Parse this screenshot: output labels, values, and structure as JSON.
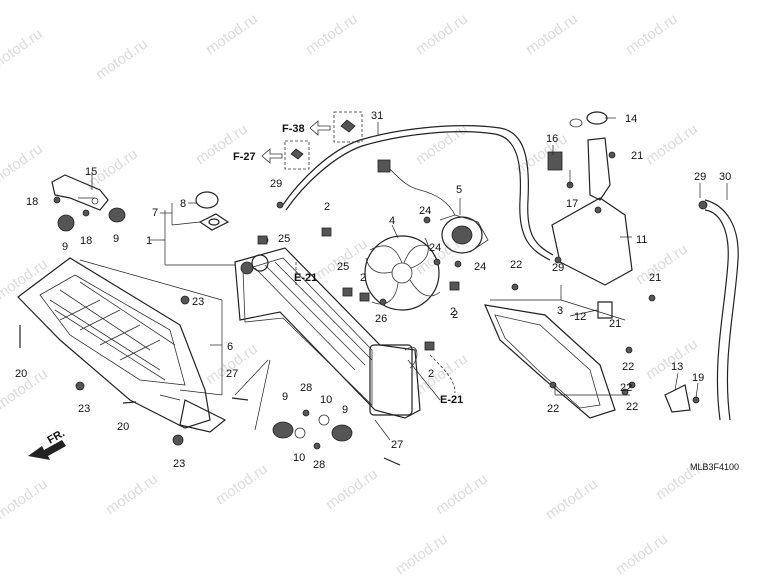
{
  "diagram_code": "MLB3F4100",
  "front_label": "FR.",
  "watermark": "motod.ru",
  "section_refs": [
    {
      "id": "f38",
      "text": "F-38"
    },
    {
      "id": "f27",
      "text": "F-27"
    },
    {
      "id": "e21a",
      "text": "E-21"
    },
    {
      "id": "e21b",
      "text": "E-21"
    }
  ],
  "part_numbers": [
    {
      "id": "p31",
      "text": "31"
    },
    {
      "id": "p14",
      "text": "14"
    },
    {
      "id": "p16",
      "text": "16"
    },
    {
      "id": "p21a",
      "text": "21"
    },
    {
      "id": "p15",
      "text": "15"
    },
    {
      "id": "p18a",
      "text": "18"
    },
    {
      "id": "p18b",
      "text": "18"
    },
    {
      "id": "p9a",
      "text": "9"
    },
    {
      "id": "p9b",
      "text": "9"
    },
    {
      "id": "p7",
      "text": "7"
    },
    {
      "id": "p8",
      "text": "8"
    },
    {
      "id": "p1",
      "text": "1"
    },
    {
      "id": "p29a",
      "text": "29"
    },
    {
      "id": "p2a",
      "text": "2"
    },
    {
      "id": "p25a",
      "text": "25"
    },
    {
      "id": "p5",
      "text": "5"
    },
    {
      "id": "p24a",
      "text": "24"
    },
    {
      "id": "p24b",
      "text": "24"
    },
    {
      "id": "p24c",
      "text": "24"
    },
    {
      "id": "p4",
      "text": "4"
    },
    {
      "id": "p17",
      "text": "17"
    },
    {
      "id": "p29b",
      "text": "29"
    },
    {
      "id": "p30",
      "text": "30"
    },
    {
      "id": "p11",
      "text": "11"
    },
    {
      "id": "p22a",
      "text": "22"
    },
    {
      "id": "p29c",
      "text": "29"
    },
    {
      "id": "p21b",
      "text": "21"
    },
    {
      "id": "p23a",
      "text": "23"
    },
    {
      "id": "p25b",
      "text": "25"
    },
    {
      "id": "p2b",
      "text": "2"
    },
    {
      "id": "p2c",
      "text": "2"
    },
    {
      "id": "p26",
      "text": "26"
    },
    {
      "id": "p3",
      "text": "3"
    },
    {
      "id": "p12",
      "text": "12"
    },
    {
      "id": "p21c",
      "text": "21"
    },
    {
      "id": "p6",
      "text": "6"
    },
    {
      "id": "p20a",
      "text": "20"
    },
    {
      "id": "p27a",
      "text": "27"
    },
    {
      "id": "p2d",
      "text": "2"
    },
    {
      "id": "p22b",
      "text": "22"
    },
    {
      "id": "p22c",
      "text": "22"
    },
    {
      "id": "p22d",
      "text": "22"
    },
    {
      "id": "p22e",
      "text": "22"
    },
    {
      "id": "p13",
      "text": "13"
    },
    {
      "id": "p19",
      "text": "19"
    },
    {
      "id": "p23b",
      "text": "23"
    },
    {
      "id": "p20b",
      "text": "20"
    },
    {
      "id": "p28a",
      "text": "28"
    },
    {
      "id": "p9c",
      "text": "9"
    },
    {
      "id": "p10a",
      "text": "10"
    },
    {
      "id": "p9d",
      "text": "9"
    },
    {
      "id": "p10b",
      "text": "10"
    },
    {
      "id": "p28b",
      "text": "28"
    },
    {
      "id": "p27b",
      "text": "27"
    },
    {
      "id": "p23c",
      "text": "23"
    },
    {
      "id": "p2e",
      "text": "2"
    }
  ]
}
